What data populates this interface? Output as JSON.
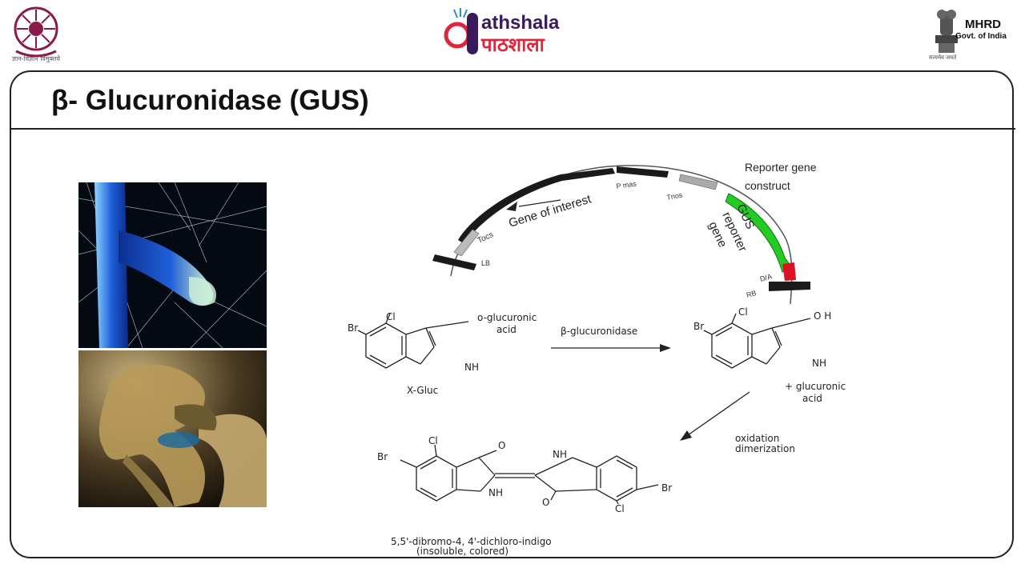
{
  "header": {
    "left_logo_caption": "ज्ञान-विज्ञान विमुक्तये",
    "center_logo_en": "athshala",
    "center_logo_hi": "पाठशाला",
    "right_title": "MHRD",
    "right_subtitle": "Govt. of India",
    "right_caption": "सत्यमेव जयते"
  },
  "slide": {
    "title": "β- Glucuronidase (GUS)"
  },
  "construct": {
    "caption_line1": "Reporter  gene",
    "caption_line2": "construct",
    "gene_of_interest": "Gene of interest",
    "gus_line1": "GUS",
    "gus_line2": "reporter",
    "gus_line3": "gene",
    "lb": "LB",
    "tocs": "Tocs",
    "pmas": "P mas",
    "tnos": "Tnos",
    "da": "D/A",
    "rb": "RB"
  },
  "reaction": {
    "br": "Br",
    "cl": "Cl",
    "nh": "NH",
    "oh": "O H",
    "o": "O",
    "o_gluc_line1": "o-glucuronic",
    "o_gluc_line2": "acid",
    "enzyme": "β-glucuronidase",
    "xgluc": "X-Gluc",
    "plus_gluc_line1": "+ glucuronic",
    "plus_gluc_line2": "acid",
    "oxidation_line1": "oxidation",
    "oxidation_line2": "dimerization",
    "product_line1": "5,5'-dibromo-4, 4'-dichloro-indigo",
    "product_line2": "(insoluble, colored)"
  },
  "colors": {
    "gus_green": "#22cc22",
    "da_red": "#dd1122",
    "stain_blue": "#1f5fd8"
  }
}
